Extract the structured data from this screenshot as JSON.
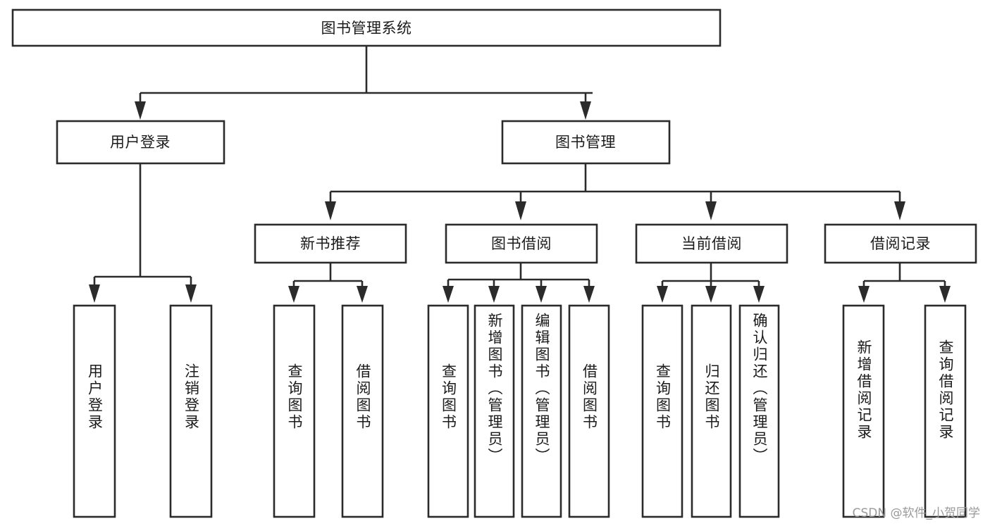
{
  "diagram": {
    "type": "tree-hierarchy-chart",
    "title": "图书管理系统",
    "orientation": "top-down",
    "colors": {
      "stroke": "#2b2b2b",
      "fill": "#ffffff",
      "text": "#1b1b1b",
      "background": "#ffffff",
      "watermark": "#9a9a9a"
    },
    "levels": 4
  },
  "root": {
    "label": "图书管理系统"
  },
  "level2": [
    {
      "id": "user-login",
      "label": "用户登录"
    },
    {
      "id": "book-management",
      "label": "图书管理"
    }
  ],
  "level3": [
    {
      "id": "new-book-recommend",
      "label": "新书推荐",
      "parent": "book-management"
    },
    {
      "id": "book-borrow",
      "label": "图书借阅",
      "parent": "book-management"
    },
    {
      "id": "current-borrow",
      "label": "当前借阅",
      "parent": "book-management"
    },
    {
      "id": "borrow-record",
      "label": "借阅记录",
      "parent": "book-management"
    }
  ],
  "leaves": [
    {
      "id": "leaf-user-login",
      "label": "用户登录",
      "parent": "user-login"
    },
    {
      "id": "leaf-logout",
      "label": "注销登录",
      "parent": "user-login"
    },
    {
      "id": "leaf-query-book-1",
      "label": "查询图书",
      "parent": "new-book-recommend"
    },
    {
      "id": "leaf-borrow-book-1",
      "label": "借阅图书",
      "parent": "new-book-recommend"
    },
    {
      "id": "leaf-query-book-2",
      "label": "查询图书",
      "parent": "book-borrow"
    },
    {
      "id": "leaf-add-book-admin",
      "label": "新增图书（管理员）",
      "parent": "book-borrow"
    },
    {
      "id": "leaf-edit-book-admin",
      "label": "编辑图书（管理员）",
      "parent": "book-borrow"
    },
    {
      "id": "leaf-borrow-book-2",
      "label": "借阅图书",
      "parent": "book-borrow"
    },
    {
      "id": "leaf-query-book-3",
      "label": "查询图书",
      "parent": "current-borrow"
    },
    {
      "id": "leaf-return-book",
      "label": "归还图书",
      "parent": "current-borrow"
    },
    {
      "id": "leaf-confirm-return-admin",
      "label": "确认归还（管理员）",
      "parent": "current-borrow"
    },
    {
      "id": "leaf-add-borrow-record",
      "label": "新增借阅记录",
      "parent": "borrow-record"
    },
    {
      "id": "leaf-query-borrow-record",
      "label": "查询借阅记录",
      "parent": "borrow-record"
    }
  ],
  "watermark": {
    "text": "CSDN @软件_小贺同学"
  }
}
